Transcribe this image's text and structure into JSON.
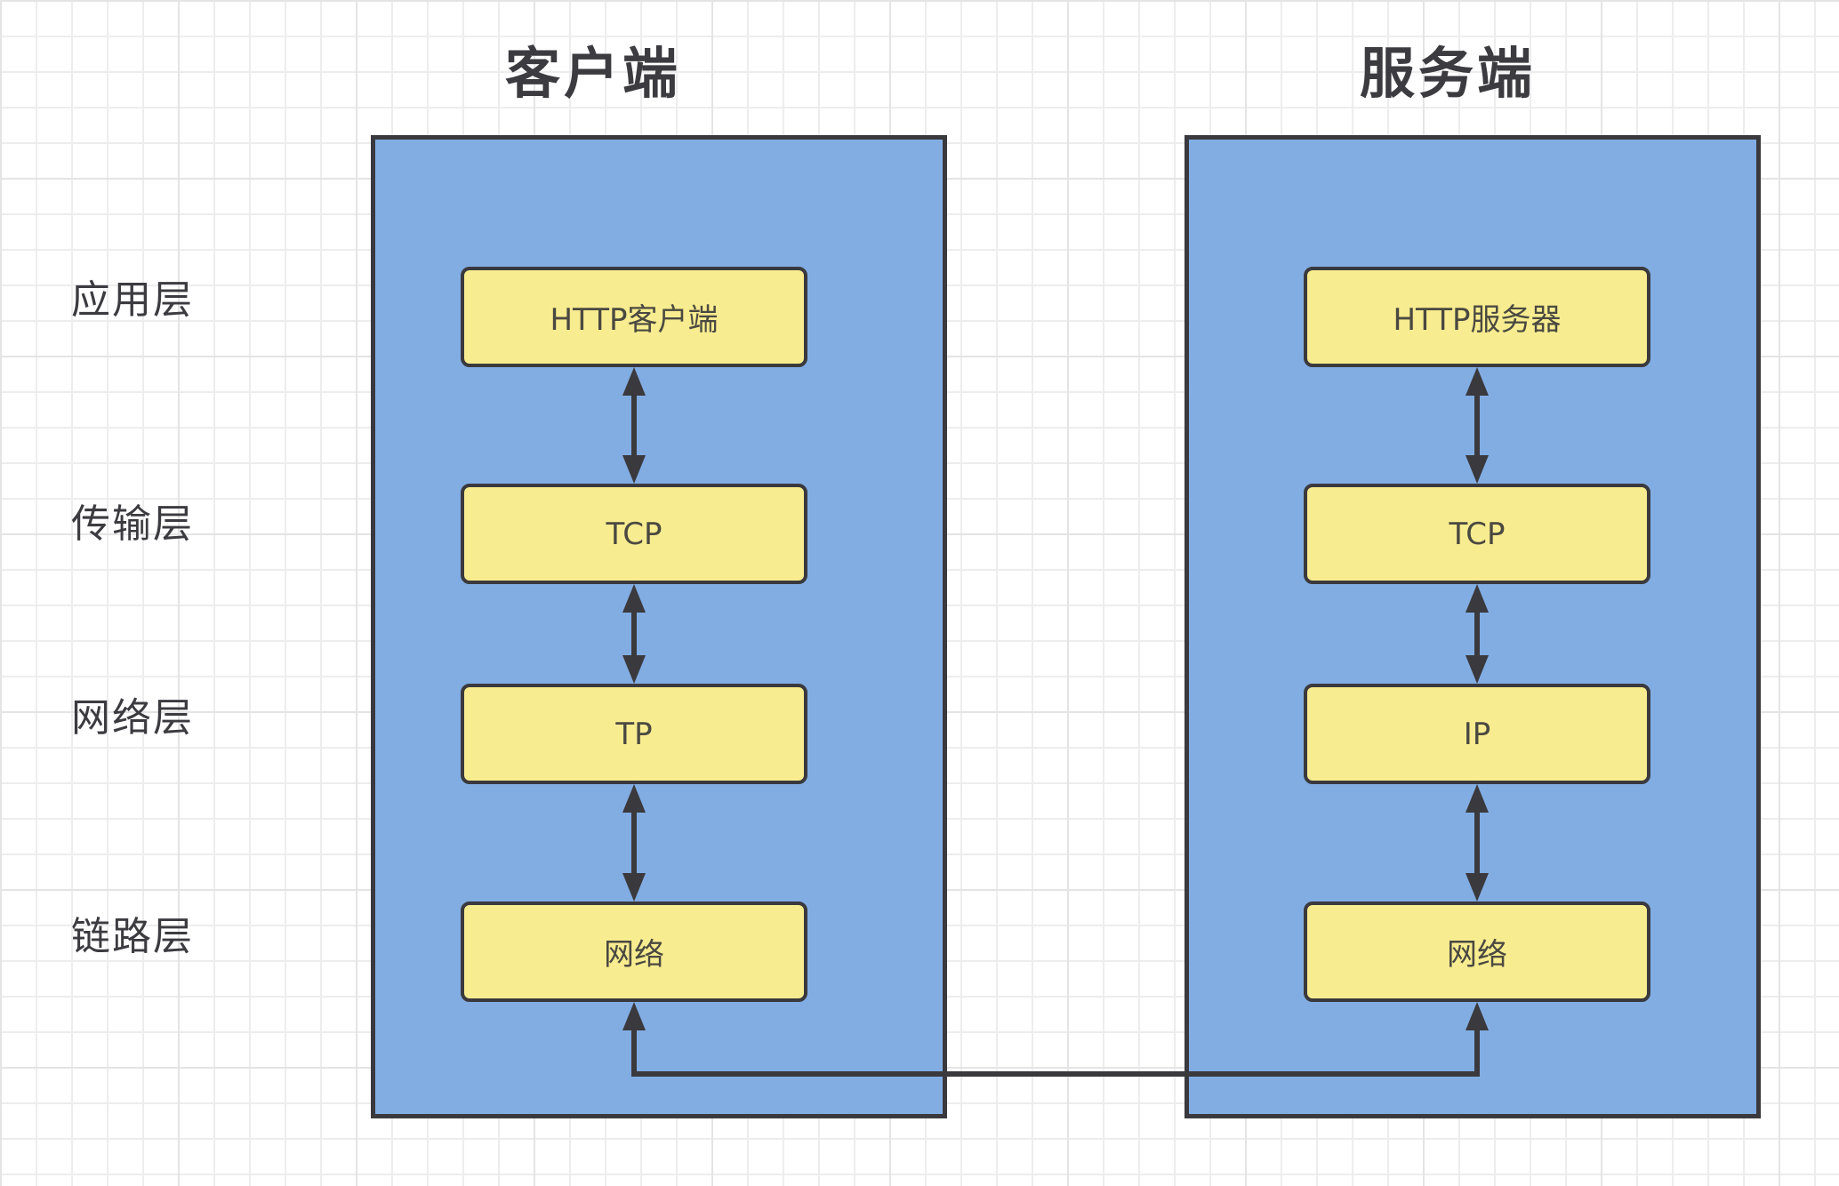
{
  "diagram": {
    "client": {
      "title": "客户端",
      "boxes": [
        {
          "label": "HTTP客户端"
        },
        {
          "label": "TCP"
        },
        {
          "label": "TP"
        },
        {
          "label": "网络"
        }
      ]
    },
    "server": {
      "title": "服务端",
      "boxes": [
        {
          "label": "HTTP服务器"
        },
        {
          "label": "TCP"
        },
        {
          "label": "IP"
        },
        {
          "label": "网络"
        }
      ]
    },
    "layers": [
      {
        "label": "应用层"
      },
      {
        "label": "传输层"
      },
      {
        "label": "网络层"
      },
      {
        "label": "链路层"
      }
    ]
  },
  "colors": {
    "panel-fill": "#82ade3",
    "box-fill": "#f8ec90",
    "stroke": "#3a393d",
    "text": "#3b3b40",
    "box-text": "#4a4941",
    "grid-minor": "#ededed",
    "grid-major": "#e4e4e4",
    "canvas-bg": "#ffffff"
  }
}
